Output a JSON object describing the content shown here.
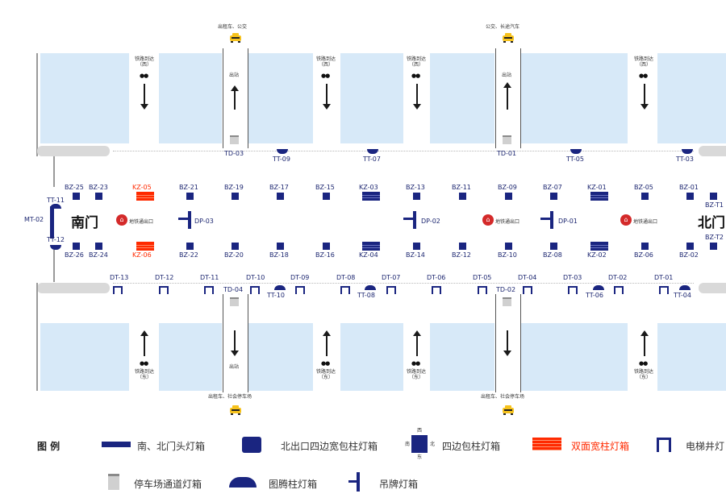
{
  "top_labels": {
    "taxi_bus_left": "出租车、公交",
    "bus_long_right": "公交、长途汽车"
  },
  "bottom_labels": {
    "taxi_parking_left": "出租车、社会停车场",
    "taxi_parking_right": "出租车、社会停车场"
  },
  "rail_arrival_west": "铁路到达\n（西）",
  "rail_arrival_east": "铁路到达\n（东）",
  "exit_label": "出站",
  "gates": {
    "south": "南门",
    "north": "北门"
  },
  "metro_exit": "地铁通出口",
  "top_boxes": {
    "td": [
      "TD-03",
      "TD-01"
    ],
    "tt": [
      "TT-09",
      "TT-07",
      "TT-05",
      "TT-03"
    ]
  },
  "upper_row": [
    "BZ-25",
    "BZ-23",
    "KZ-05",
    "BZ-21",
    "BZ-19",
    "BZ-17",
    "BZ-15",
    "KZ-03",
    "BZ-13",
    "BZ-11",
    "BZ-09",
    "BZ-07",
    "KZ-01",
    "BZ-05",
    "BZ-01"
  ],
  "lower_row": [
    "BZ-26",
    "BZ-24",
    "KZ-06",
    "BZ-22",
    "BZ-20",
    "BZ-18",
    "BZ-16",
    "KZ-04",
    "BZ-14",
    "BZ-12",
    "BZ-10",
    "BZ-08",
    "KZ-02",
    "BZ-06",
    "BZ-02"
  ],
  "side_labels": {
    "tt11": "TT-11",
    "tt12": "TT-12",
    "mt02": "MT-02",
    "bzt1": "BZ-T1",
    "bzt2": "BZ-T2"
  },
  "dp_labels": [
    "DP-03",
    "DP-02",
    "DP-01"
  ],
  "dt_labels": [
    "DT-13",
    "DT-12",
    "DT-11",
    "DT-10",
    "DT-09",
    "DT-08",
    "DT-07",
    "DT-06",
    "DT-05",
    "DT-04",
    "DT-03",
    "DT-02",
    "DT-01"
  ],
  "lower_misc": {
    "td04": "TD-04",
    "td02": "TD-02",
    "tt10": "TT-10",
    "tt08": "TT-08",
    "tt06": "TT-06",
    "tt04": "TT-04"
  },
  "legend": {
    "title": "图 例",
    "items": [
      "南、北门头灯箱",
      "北出口四边宽包柱灯箱",
      "四边包柱灯箱",
      "双面宽柱灯箱",
      "电梯井灯",
      "停车场通道灯箱",
      "图腾柱灯箱",
      "吊牌灯箱"
    ],
    "compass": {
      "west": "西",
      "east": "东",
      "south": "南",
      "north": "北"
    }
  },
  "colors": {
    "accent": "#1a2580",
    "highlight": "#ff2a00",
    "platform": "#d7e9f8"
  }
}
